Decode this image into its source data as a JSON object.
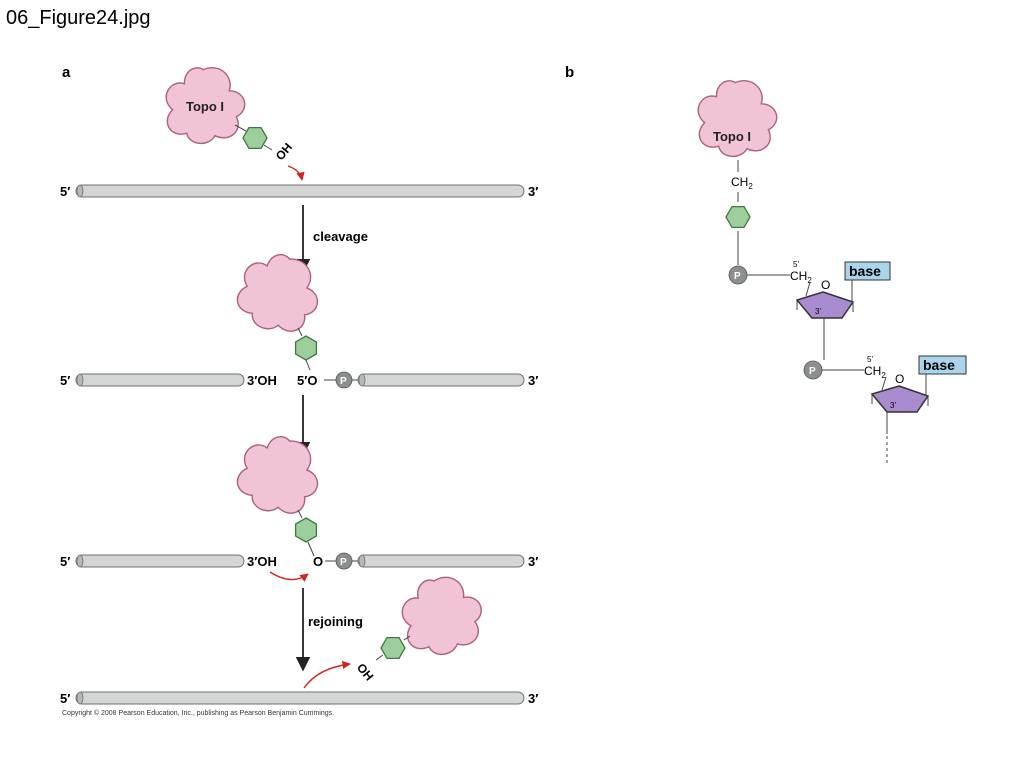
{
  "page": {
    "file_title": "06_Figure24.jpg",
    "copyright": "Copyright © 2008 Pearson Education, Inc., publishing as Pearson Benjamin Cummings."
  },
  "panel_a": {
    "label": "a",
    "enzyme_label": "Topo I",
    "hydroxyl": "OH",
    "five_prime": "5′",
    "three_prime": "3′",
    "three_prime_oh": "3′OH",
    "five_prime_o": "5′O",
    "oxygen": "O",
    "phosphate": "P",
    "step_cleavage": "cleavage",
    "step_rejoining": "rejoining"
  },
  "panel_b": {
    "label": "b",
    "enzyme_label": "Topo I",
    "ch2_main": "CH",
    "ch2_sub": "2",
    "five_prime": "5'",
    "three_prime": "3'",
    "ring_o": "O",
    "phosphate": "P",
    "base": "base"
  },
  "colors": {
    "enzyme_fill": "#f0c4d6",
    "enzyme_stroke": "#b0607e",
    "tyrosine_fill": "#9ccf9c",
    "tyrosine_stroke": "#3e7a3e",
    "dna_fill": "#d4d6d6",
    "dna_stroke": "#6e7272",
    "phosphate_fill": "#8b8f90",
    "sugar_fill": "#a98ccf",
    "base_fill": "#a9d4ea",
    "arrow_red": "#d0251f"
  }
}
